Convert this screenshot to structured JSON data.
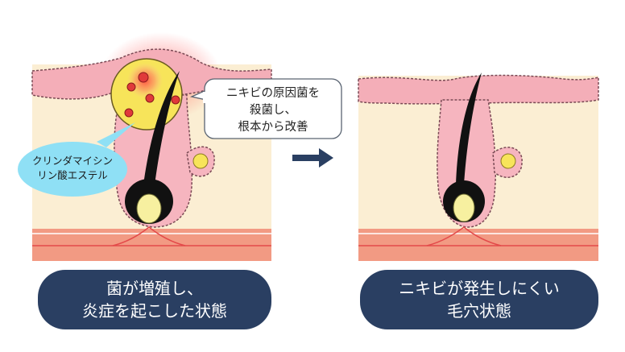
{
  "left_panel": {
    "callout": {
      "lines": [
        "ニキビの原因菌を",
        "殺菌し、",
        "根本から改善"
      ]
    },
    "drug_label": {
      "lines": [
        "クリンダマイシン",
        "リン酸エステル"
      ]
    },
    "caption": {
      "lines": [
        "菌が増殖し、",
        "炎症を起こした状態"
      ]
    }
  },
  "right_panel": {
    "caption": {
      "lines": [
        "ニキビが発生しにくい",
        "毛穴状態"
      ]
    }
  },
  "colors": {
    "caption_bg": "#2a3f62",
    "skin_base": "#fbeed3",
    "epidermis": "#f4aeb8",
    "dermis_band": "#f29a83",
    "inflammation": "#f7e45a",
    "drug_bubble": "#8fe0f5",
    "arrow": "#2a3f62"
  }
}
